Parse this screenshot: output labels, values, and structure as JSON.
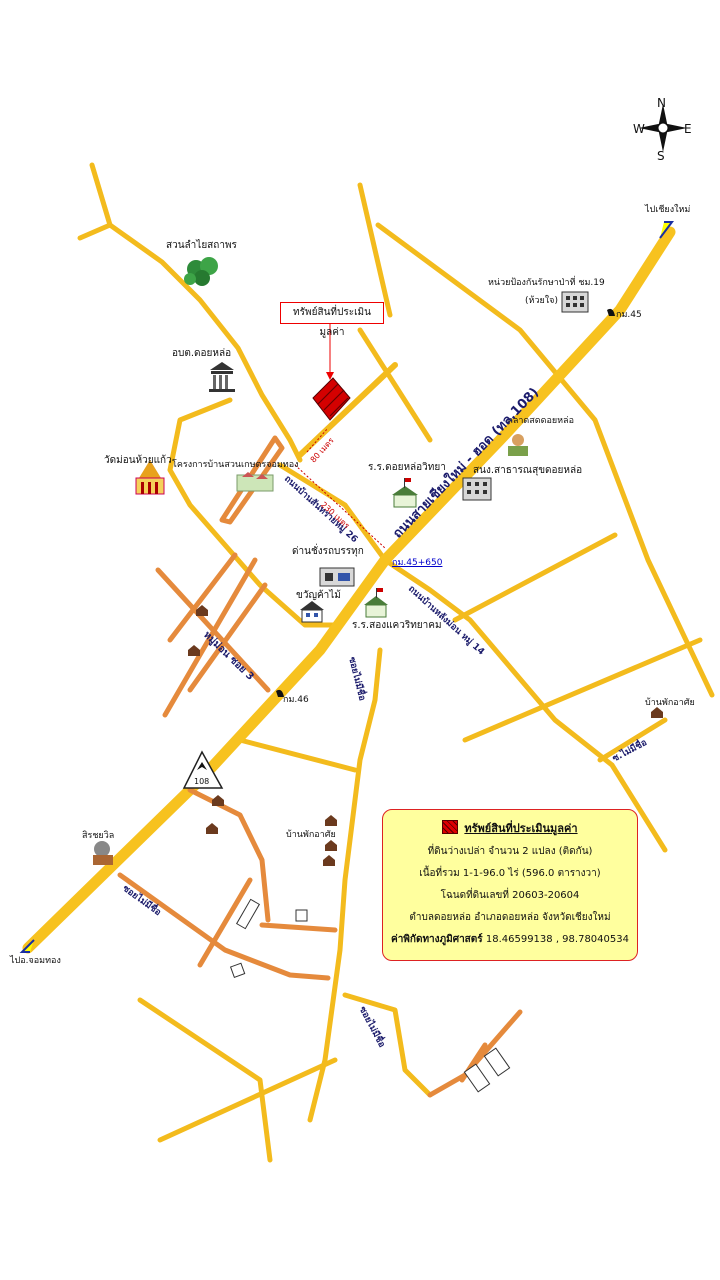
{
  "compass": {
    "n": "N",
    "s": "S",
    "e": "E",
    "w": "W"
  },
  "callout_label": "ทรัพย์สินที่ประเมินมูลค่า",
  "places": {
    "park": "สวนลำไยสถาพร",
    "tao": "อบต.ดอยหล่อ",
    "temple": "วัดม่อนห้วยแก้ว",
    "housing": "โครงการบ้านสวนเกษตรจอมทอง",
    "school1": "ร.ร.ดอยหล่อวิทยา",
    "health": "สนง.สาธารณสุขดอยหล่อ",
    "market": "ตลาดสดดอยหล่อ",
    "forest": "หน่วยป้องกันรักษาป่าที่ ชม.19",
    "forest2": "(ห้วยใจ)",
    "truck": "ด่านชั่งรถบรรทุก",
    "wood": "ขวัญค้าไม้",
    "school2": "ร.ร.สองแควริทยาคม",
    "km45": "กม.45",
    "km46": "กม.46",
    "km_link": "กม.45+650",
    "to_cm": "ไปเชียงใหม่",
    "to_jt": "ไปอ.จอมทอง",
    "village1": "บ้านพักอาศัย",
    "village2": "บ้านพักอาศัย",
    "sirichai": "สิรชยวิล",
    "route": "108"
  },
  "road_labels": {
    "main": "ถนนสายเชียงใหม่ - ฮอด (ทล.108)",
    "local": "ถนนบ้านสันทรายหมู่ 26",
    "mon_soi3": "หมู่ม่อน ซอย 3",
    "hua_mu14": "ถนนบ้านหลังม่อน หมู่ 14",
    "soi_nameless1": "ซอยไม่มีชื่อ",
    "soi_nameless2": "ซอยไม่มีชื่อ",
    "soi_nameless3": "ซอยไม่มีชื่อ",
    "soi_nameless4": "ซ.ไม่มีชื่อ"
  },
  "distances": {
    "d80": "80 เมตร",
    "d230": "230 เมตร"
  },
  "legend": {
    "title": "ทรัพย์สินที่ประเมินมูลค่า",
    "line1": "ที่ดินว่างเปล่า จำนวน 2 แปลง (ติดกัน)",
    "line2": "เนื้อที่รวม 1-1-96.0 ไร่ (596.0 ตารางวา)",
    "line3": "โฉนดที่ดินเลขที่ 20603-20604",
    "line4": "ตำบลดอยหล่อ อำเภอดอยหล่อ จังหวัดเชียงใหม่",
    "coord_label": "ค่าพิกัดทางภูมิศาสตร์",
    "coords": "18.46599138 , 98.78040534"
  },
  "colors": {
    "road": "#f5bd1e",
    "main_road": "#f7c21f",
    "orange_road": "#e58a3c",
    "property": "#d40000",
    "legend_bg": "#ffff9e"
  }
}
